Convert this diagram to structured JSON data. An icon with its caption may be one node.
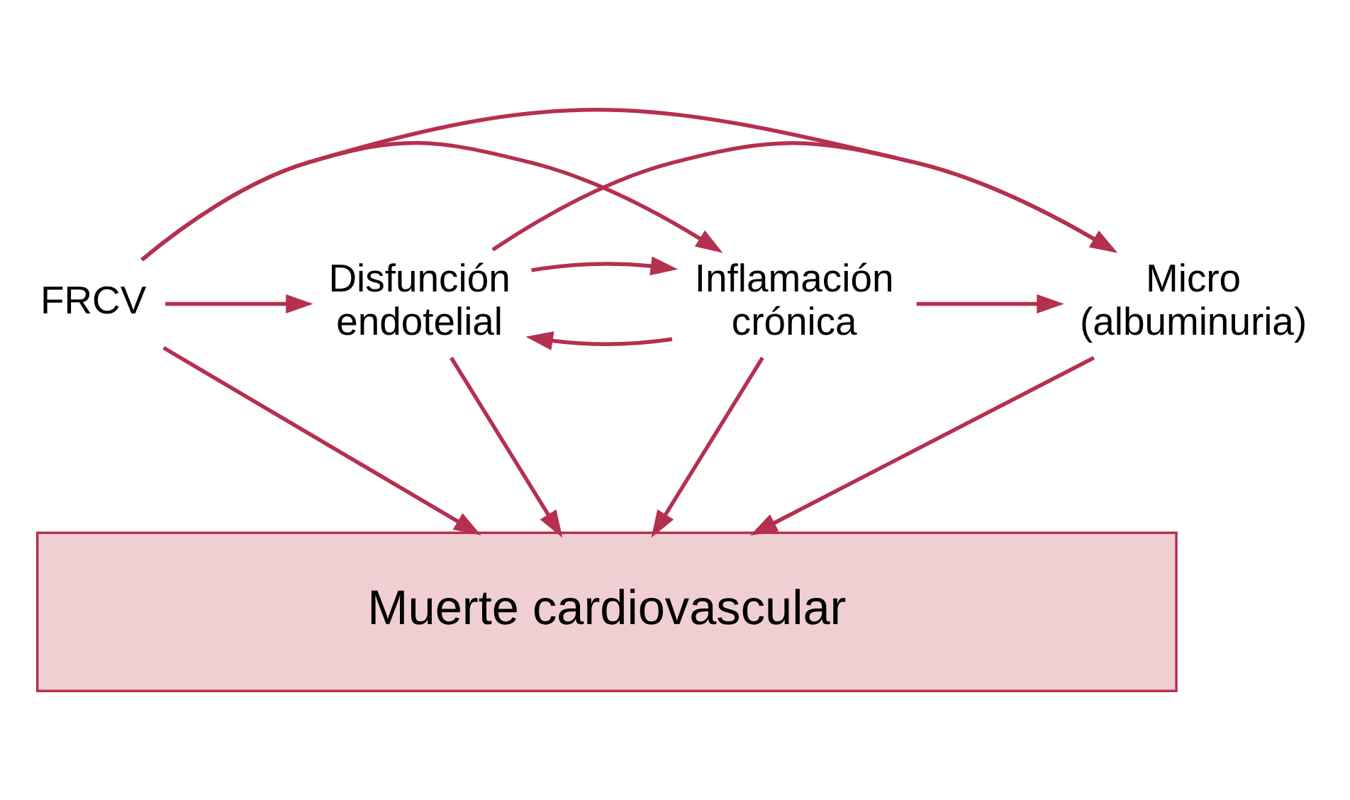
{
  "diagram": {
    "nodes": [
      {
        "text": [
          "Disfunción endotelial"
        ]
      },
      {
        "text": [
          "Inflamación crónica"
        ]
      },
      {
        "text": [
          "Micro (albuminuria)"
        ]
      },
      {
        "text": [
          "FRCV"
        ]
      },
      {
        "text": [
          "Muerte cardiovascular"
        ]
      }
    ],
    "edges": [
      {
        "from": 3,
        "to": 0,
        "arrow": "to"
      },
      {
        "from": 3,
        "to": 1,
        "arrow": "to"
      },
      {
        "from": 0,
        "to": 2,
        "arrow": "to"
      },
      {
        "from": 1,
        "to": 0,
        "arrow": "to"
      },
      {
        "from": 0,
        "to": 1,
        "arrow": "to"
      },
      {
        "from": 1,
        "to": 2,
        "arrow": "to"
      },
      {
        "from": 3,
        "to": 2,
        "arrow": "to"
      },
      {
        "from": 0,
        "to": 4,
        "arrow": "to"
      },
      {
        "from": 1,
        "to": 4,
        "arrow": "to"
      },
      {
        "from": 2,
        "to": 4,
        "arrow": "to"
      },
      {
        "from": 3,
        "to": 4,
        "arrow": "to"
      }
    ]
  }
}
